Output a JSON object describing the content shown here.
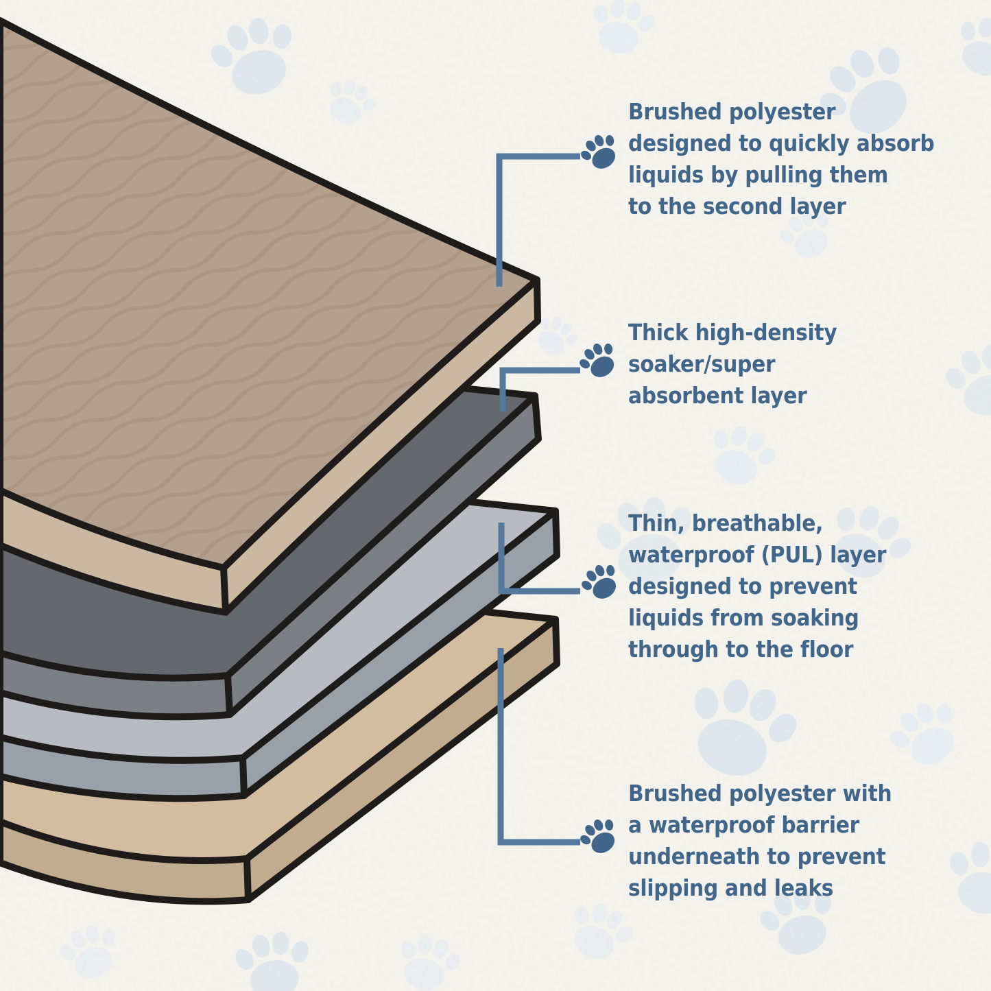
{
  "theme": {
    "bg": "#f5f4ef",
    "text_color": "#42668a",
    "connector_color": "#54799c",
    "outline_color": "#1d1c1a",
    "paw_bg_color": "#dbe5ee",
    "paw_bg_color_2": "#e7edf3"
  },
  "icons": {
    "annotation_marker": "paw-icon",
    "background_motif": "paw-print"
  },
  "layers": [
    {
      "id": "layer-1",
      "top_color": "#b3a08e",
      "side_color": "#cbb8a1",
      "pattern_line_color": "#a6937f",
      "pattern": "quilted"
    },
    {
      "id": "layer-2",
      "top_color": "#65686d",
      "side_color": "#7c7f84",
      "pattern": "plain"
    },
    {
      "id": "layer-3",
      "top_color": "#b8bcc2",
      "side_color": "#9aa0a7",
      "pattern": "plain"
    },
    {
      "id": "layer-4",
      "top_color": "#d3bda1",
      "side_color": "#c2ac90",
      "pattern": "plain"
    }
  ],
  "annotations": [
    {
      "layer": "layer-1",
      "lines": [
        "Brushed polyester",
        "designed to quickly absorb",
        "liquids by pulling them",
        "to the second layer"
      ]
    },
    {
      "layer": "layer-2",
      "lines": [
        "Thick high-density",
        "soaker/super",
        "absorbent layer"
      ]
    },
    {
      "layer": "layer-3",
      "lines": [
        "Thin, breathable,",
        "waterproof (PUL) layer",
        "designed to prevent",
        "liquids from soaking",
        "through to the floor"
      ]
    },
    {
      "layer": "layer-4",
      "lines": [
        "Brushed polyester with",
        "a waterproof barrier",
        "underneath to prevent",
        "slipping and leaks"
      ]
    }
  ]
}
